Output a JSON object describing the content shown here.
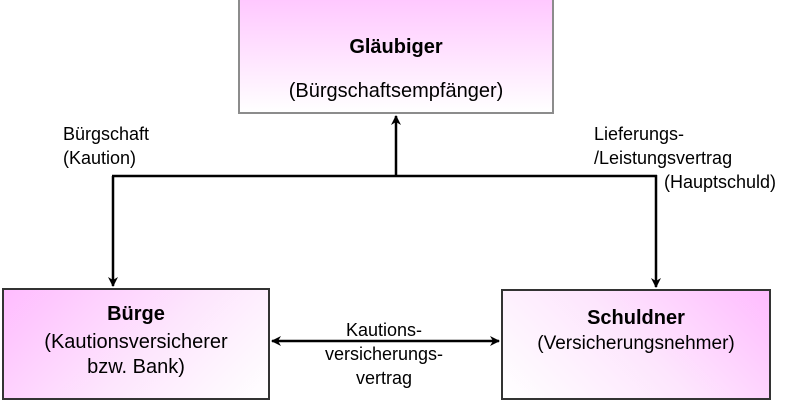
{
  "nodes": {
    "glaeubiger": {
      "title": "Gläubiger",
      "subtitle": "(Bürgschaftsempfänger)"
    },
    "buerge": {
      "title": "Bürge",
      "subtitle_line1": "(Kautionsversicherer",
      "subtitle_line2": "bzw. Bank)"
    },
    "schuldner": {
      "title": "Schuldner",
      "subtitle": "(Versicherungsnehmer)"
    }
  },
  "edges": {
    "buergschaft": {
      "line1": "Bürgschaft",
      "line2": "(Kaution)"
    },
    "lieferung": {
      "line1": "Lieferungs-",
      "line2": "/Leistungsvertrag",
      "line3": "(Hauptschuld)"
    },
    "kautionsversicherung": {
      "line1": "Kautions-",
      "line2": "versicherungs-",
      "line3": "vertrag"
    }
  },
  "colors": {
    "box_fill": "#ffbcff",
    "line": "#000000",
    "top_border": "#8c8c8c"
  }
}
